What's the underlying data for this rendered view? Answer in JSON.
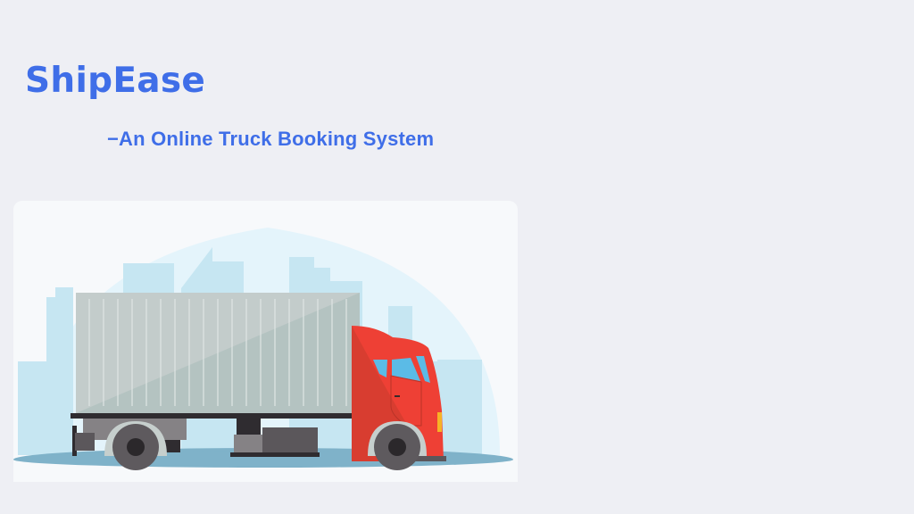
{
  "slide": {
    "title": "ShipEase",
    "subtitle": "−An Online Truck Booking System"
  },
  "illustration": {
    "description": "truck-city-illustration",
    "elements": [
      "city-skyline",
      "cargo-container",
      "red-truck-cab",
      "wheels",
      "ground-shadow"
    ]
  },
  "colors": {
    "background": "#eeeff4",
    "title": "#3f6ee8",
    "sky_circle": "#e4f4fb",
    "buildings": "#c6e6f2",
    "container": "#c3cccb",
    "container_shade": "#b4c3c1",
    "cab": "#ee4035",
    "cab_shade": "#d83d30",
    "window": "#5bbbe6",
    "wheel": "#5e5a5e",
    "ground": "#7fb2c9"
  }
}
